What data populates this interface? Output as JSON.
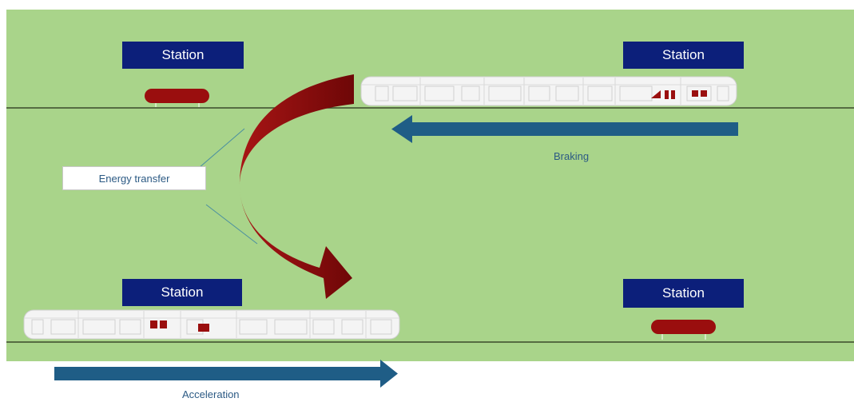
{
  "stations": {
    "top_left": "Station",
    "top_right": "Station",
    "bottom_left": "Station",
    "bottom_right": "Station"
  },
  "labels": {
    "energy_transfer": "Energy transfer",
    "braking": "Braking",
    "acceleration": "Acceleration"
  },
  "colors": {
    "field": "#a9d48a",
    "track": "#3a4a2a",
    "station_bg": "#0c1f7a",
    "arrow_blue": "#1f5d86",
    "energy_arrow": "#8b0c0c",
    "waiting_train": "#9a0e0e"
  }
}
